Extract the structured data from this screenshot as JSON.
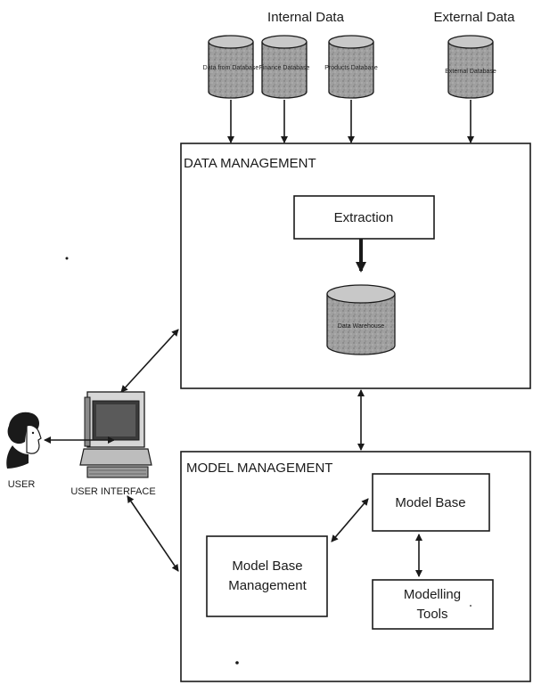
{
  "top_labels": {
    "internal": "Internal Data",
    "external": "External Data"
  },
  "databases": [
    {
      "id": "db1",
      "label": "Data from Database"
    },
    {
      "id": "db2",
      "label": "Finance Database"
    },
    {
      "id": "db3",
      "label": "Products Database"
    },
    {
      "id": "db4",
      "label": "External Database"
    },
    {
      "id": "db5",
      "label": "Data Warehouse"
    }
  ],
  "data_management": {
    "title": "DATA MANAGEMENT",
    "extraction": "Extraction"
  },
  "model_management": {
    "title": "MODEL MANAGEMENT",
    "model_base": "Model Base",
    "model_base_management": [
      "Model Base",
      "Management"
    ],
    "modelling_tools": [
      "Modelling",
      "Tools"
    ]
  },
  "user": {
    "label": "USER"
  },
  "user_interface": {
    "label": "USER INTERFACE"
  },
  "colors": {
    "ink": "#1a1a1a",
    "cylinder_fill": "#9a9a9a",
    "cylinder_top": "#c8c8c8",
    "background": "#ffffff"
  }
}
